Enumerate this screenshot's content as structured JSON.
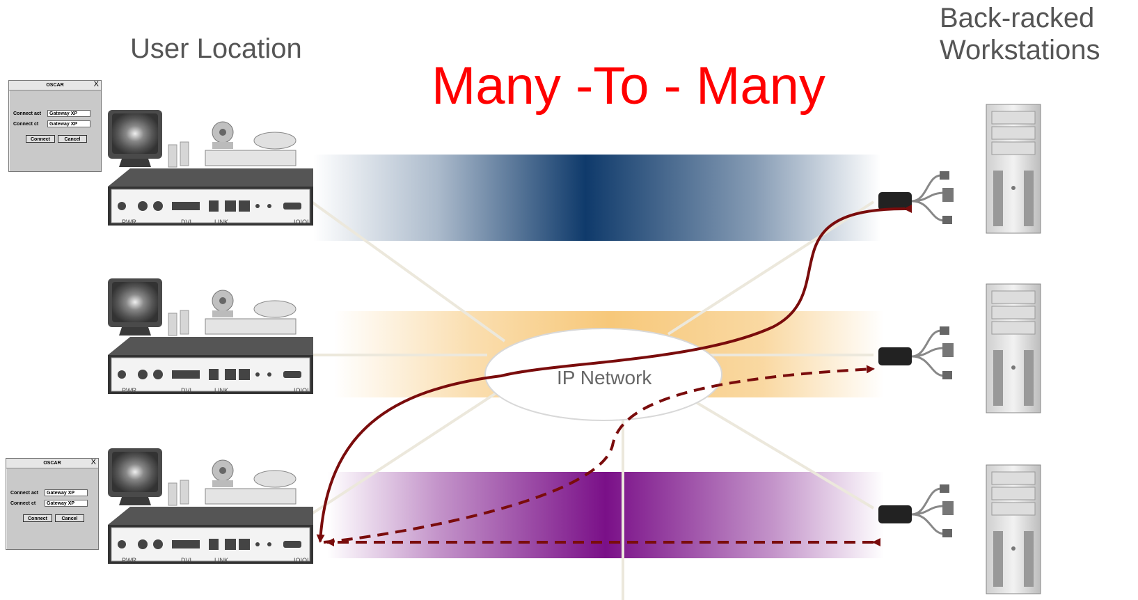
{
  "title": "Many -To - Many",
  "labels": {
    "user_location": "User Location",
    "back_racked_line1": "Back-racked",
    "back_racked_line2": "Workstations",
    "network": "IP Network"
  },
  "oscar_dialogs": [
    {
      "title": "OSCAR",
      "close": "X",
      "row1_label": "Connect act",
      "row1_value": "Gateway XP",
      "row2_label": "Connect ct",
      "row2_value": "Gateway XP",
      "connect": "Connect",
      "cancel": "Cancel"
    },
    {
      "title": "OSCAR",
      "close": "X",
      "row1_label": "Connect act",
      "row1_value": "Gateway XP",
      "row2_label": "Connect ct",
      "row2_value": "Gateway XP",
      "connect": "Connect",
      "cancel": "Cancel"
    }
  ],
  "console_panel": {
    "pwr": "PWR",
    "dvi": "DVI",
    "link": "LINK",
    "ioioi": "IOIOI"
  },
  "colors": {
    "title": "#ff0000",
    "band_top": "#0f3a6b",
    "band_middle": "#f7c87a",
    "band_bottom": "#7a1088",
    "connection_arrow": "#7a0c0c"
  }
}
